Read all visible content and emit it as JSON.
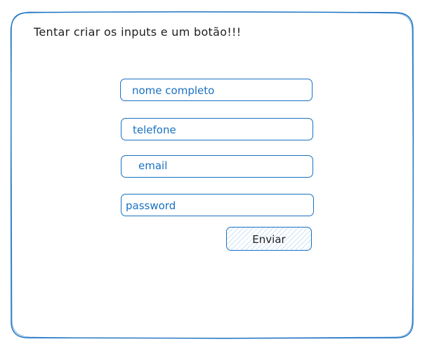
{
  "heading": "Tentar criar os inputs e um botão!!!",
  "form": {
    "fields": [
      {
        "label": "nome completo"
      },
      {
        "label": "telefone"
      },
      {
        "label": "email"
      },
      {
        "label": "password"
      }
    ],
    "submit_label": "Enviar"
  },
  "colors": {
    "stroke": "#1971c2",
    "text": "#1e1e1e",
    "fill_hatch": "#cfe3f6"
  }
}
